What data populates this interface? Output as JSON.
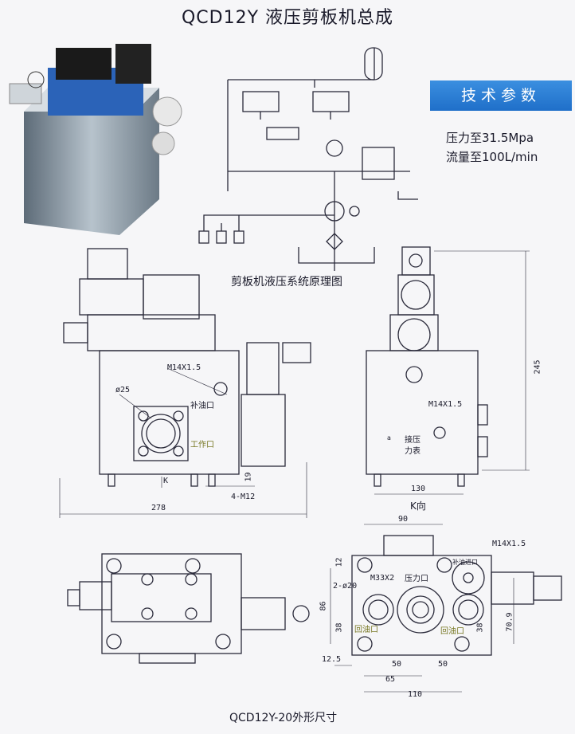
{
  "title": "QCD12Y 液压剪板机总成",
  "tech_params": {
    "heading": "技术参数",
    "pressure": "压力至31.5Mpa",
    "flow": "流量至100L/min"
  },
  "schematic_caption": "剪板机液压系统原理图",
  "front_view": {
    "thread_label": "M14X1.5",
    "dia_label": "ø25",
    "fill_port": "补油口",
    "work_port": "工作口",
    "k_arrow": "K",
    "dim_19": "19",
    "bolts": "4-M12",
    "width": "278"
  },
  "k_view": {
    "thread_label": "M14X1.5",
    "gauge_port_1": "接压",
    "gauge_port_2": "力表",
    "gauge_marker": "a",
    "height": "245",
    "width": "130",
    "caption": "K向"
  },
  "port_view": {
    "dim_90": "90",
    "dim_12": "12",
    "thread_label": "M14X1.5",
    "fill_inlet": "补油进口",
    "holes": "2-ø20",
    "m33": "M33X2",
    "pressure_port": "压力口",
    "return_left": "回油口",
    "return_right": "回油口",
    "dim_86": "86",
    "dim_38_left": "38",
    "dim_38_right": "38",
    "dim_709": "70.9",
    "dim_125": "12.5",
    "dim_50a": "50",
    "dim_50b": "50",
    "dim_65": "65",
    "dim_110": "110"
  },
  "bottom_caption": "QCD12Y-20外形尺寸",
  "colors": {
    "badge": "#2a7fd6",
    "valve_blue": "#2b63b8",
    "body": "#8a9aa8"
  }
}
